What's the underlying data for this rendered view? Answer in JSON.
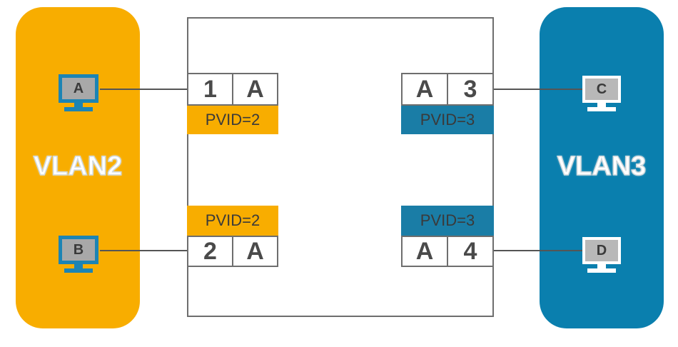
{
  "colors": {
    "vlan2": "#F8AD00",
    "vlan3": "#0A7FAE",
    "vlan3_pvid": "#1A7DA6",
    "monitor_left": "#1C84B4",
    "monitor_left_screen": "#A8A8A8",
    "monitor_right": "#FFFFFF",
    "monitor_right_screen": "#B8B8B8",
    "line": "#555555",
    "border": "#6E6E6E"
  },
  "vlans": [
    {
      "id": "vlan2",
      "label": "VLAN2"
    },
    {
      "id": "vlan3",
      "label": "VLAN3"
    }
  ],
  "hosts": {
    "A": {
      "label": "A",
      "icon": "computer-monitor-icon"
    },
    "B": {
      "label": "B",
      "icon": "computer-monitor-icon"
    },
    "C": {
      "label": "C",
      "icon": "computer-monitor-icon"
    },
    "D": {
      "label": "D",
      "icon": "computer-monitor-icon"
    }
  },
  "ports": {
    "p1": {
      "number": "1",
      "mode": "A",
      "pvid": "PVID=2"
    },
    "p2": {
      "number": "2",
      "mode": "A",
      "pvid": "PVID=2"
    },
    "p3": {
      "number": "3",
      "mode": "A",
      "pvid": "PVID=3"
    },
    "p4": {
      "number": "4",
      "mode": "A",
      "pvid": "PVID=3"
    }
  }
}
